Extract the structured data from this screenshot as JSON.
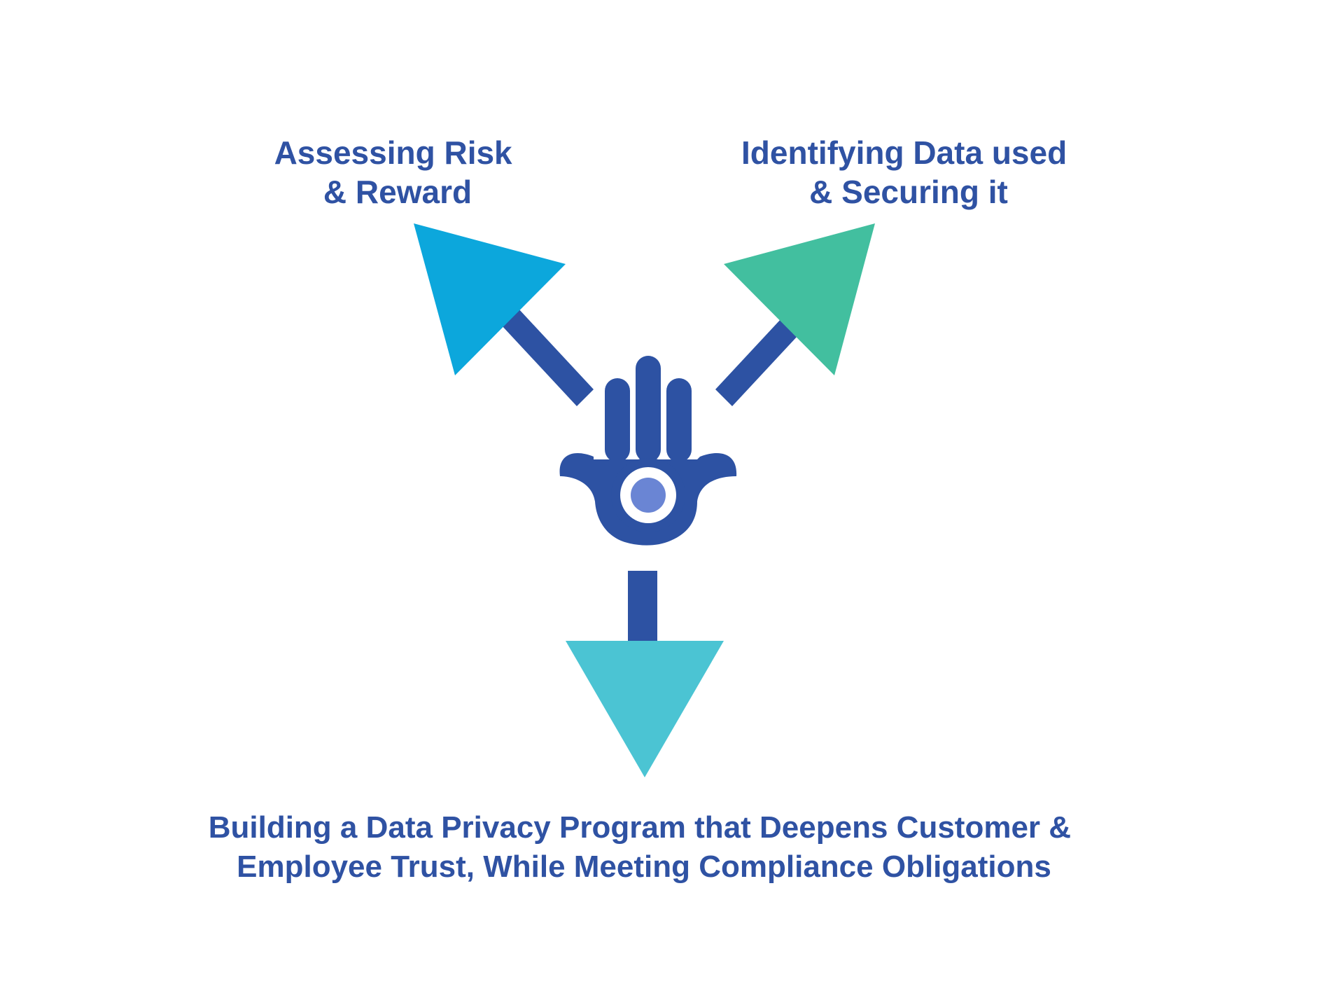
{
  "labels": {
    "top_left": [
      "Assessing Risk",
      "& Reward"
    ],
    "top_right": [
      "Identifying Data used",
      "& Securing it"
    ],
    "bottom": [
      "Building a Data Privacy Program that Deepens Customer &",
      "Employee Trust, While Meeting Compliance Obligations"
    ]
  },
  "colors": {
    "text": "#2f52a3",
    "shaft": "#2d52a3",
    "hand": "#2d52a3",
    "eye_ring": "#ffffff",
    "eye_pupil": "#6a85d4",
    "arrow_left": "#0ca7dc",
    "arrow_right": "#42bf9f",
    "arrow_bottom": "#4bc4d3"
  },
  "icons": {
    "center": "hamsa-hand-eye-icon"
  }
}
